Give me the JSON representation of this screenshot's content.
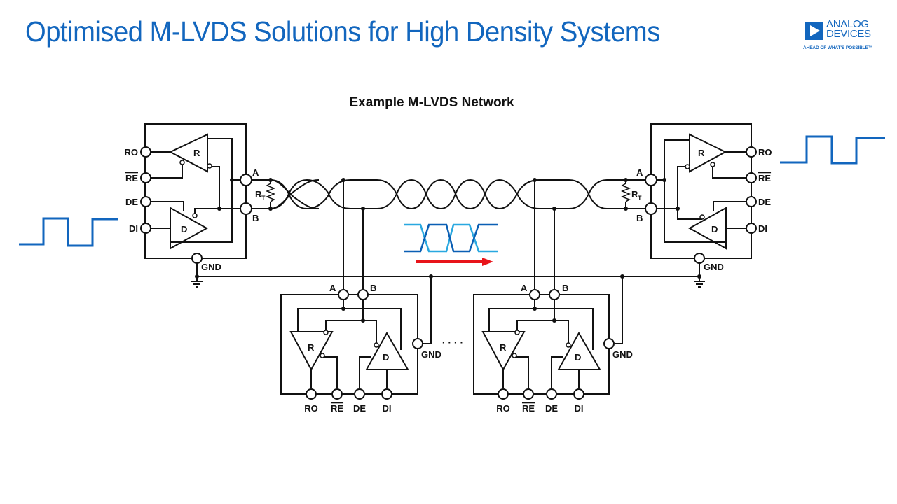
{
  "slide": {
    "title": "Optimised M-LVDS Solutions for High Density Systems",
    "brand_color": "#1266be"
  },
  "logo": {
    "line1": "ANALOG",
    "line2": "DEVICES",
    "tagline": "AHEAD OF WHAT'S POSSIBLE™"
  },
  "diagram": {
    "title": "Example M-LVDS Network",
    "colors": {
      "wire": "#111111",
      "waveform": "#1266be",
      "eye_dark": "#0a5fb4",
      "eye_light": "#29a8e0",
      "direction_arrow": "#e8141a"
    },
    "left_transceiver": {
      "pins": [
        "RO",
        "RE",
        "DE",
        "DI"
      ],
      "receiver_label": "R",
      "driver_label": "D",
      "bus_pins": [
        "A",
        "B"
      ],
      "ground_label": "GND",
      "termination_label": "R",
      "termination_subscript": "T"
    },
    "right_transceiver": {
      "pins": [
        "RO",
        "RE",
        "DE",
        "DI"
      ],
      "receiver_label": "R",
      "driver_label": "D",
      "bus_pins": [
        "A",
        "B"
      ],
      "ground_label": "GND",
      "termination_label": "R",
      "termination_subscript": "T"
    },
    "node1": {
      "bus_pins": [
        "A",
        "B"
      ],
      "pins": [
        "RO",
        "RE",
        "DE",
        "DI"
      ],
      "receiver_label": "R",
      "driver_label": "D",
      "ground_label": "GND"
    },
    "node2": {
      "bus_pins": [
        "A",
        "B"
      ],
      "pins": [
        "RO",
        "RE",
        "DE",
        "DI"
      ],
      "receiver_label": "R",
      "driver_label": "D",
      "ground_label": "GND"
    },
    "ellipsis": "· · · ·"
  }
}
